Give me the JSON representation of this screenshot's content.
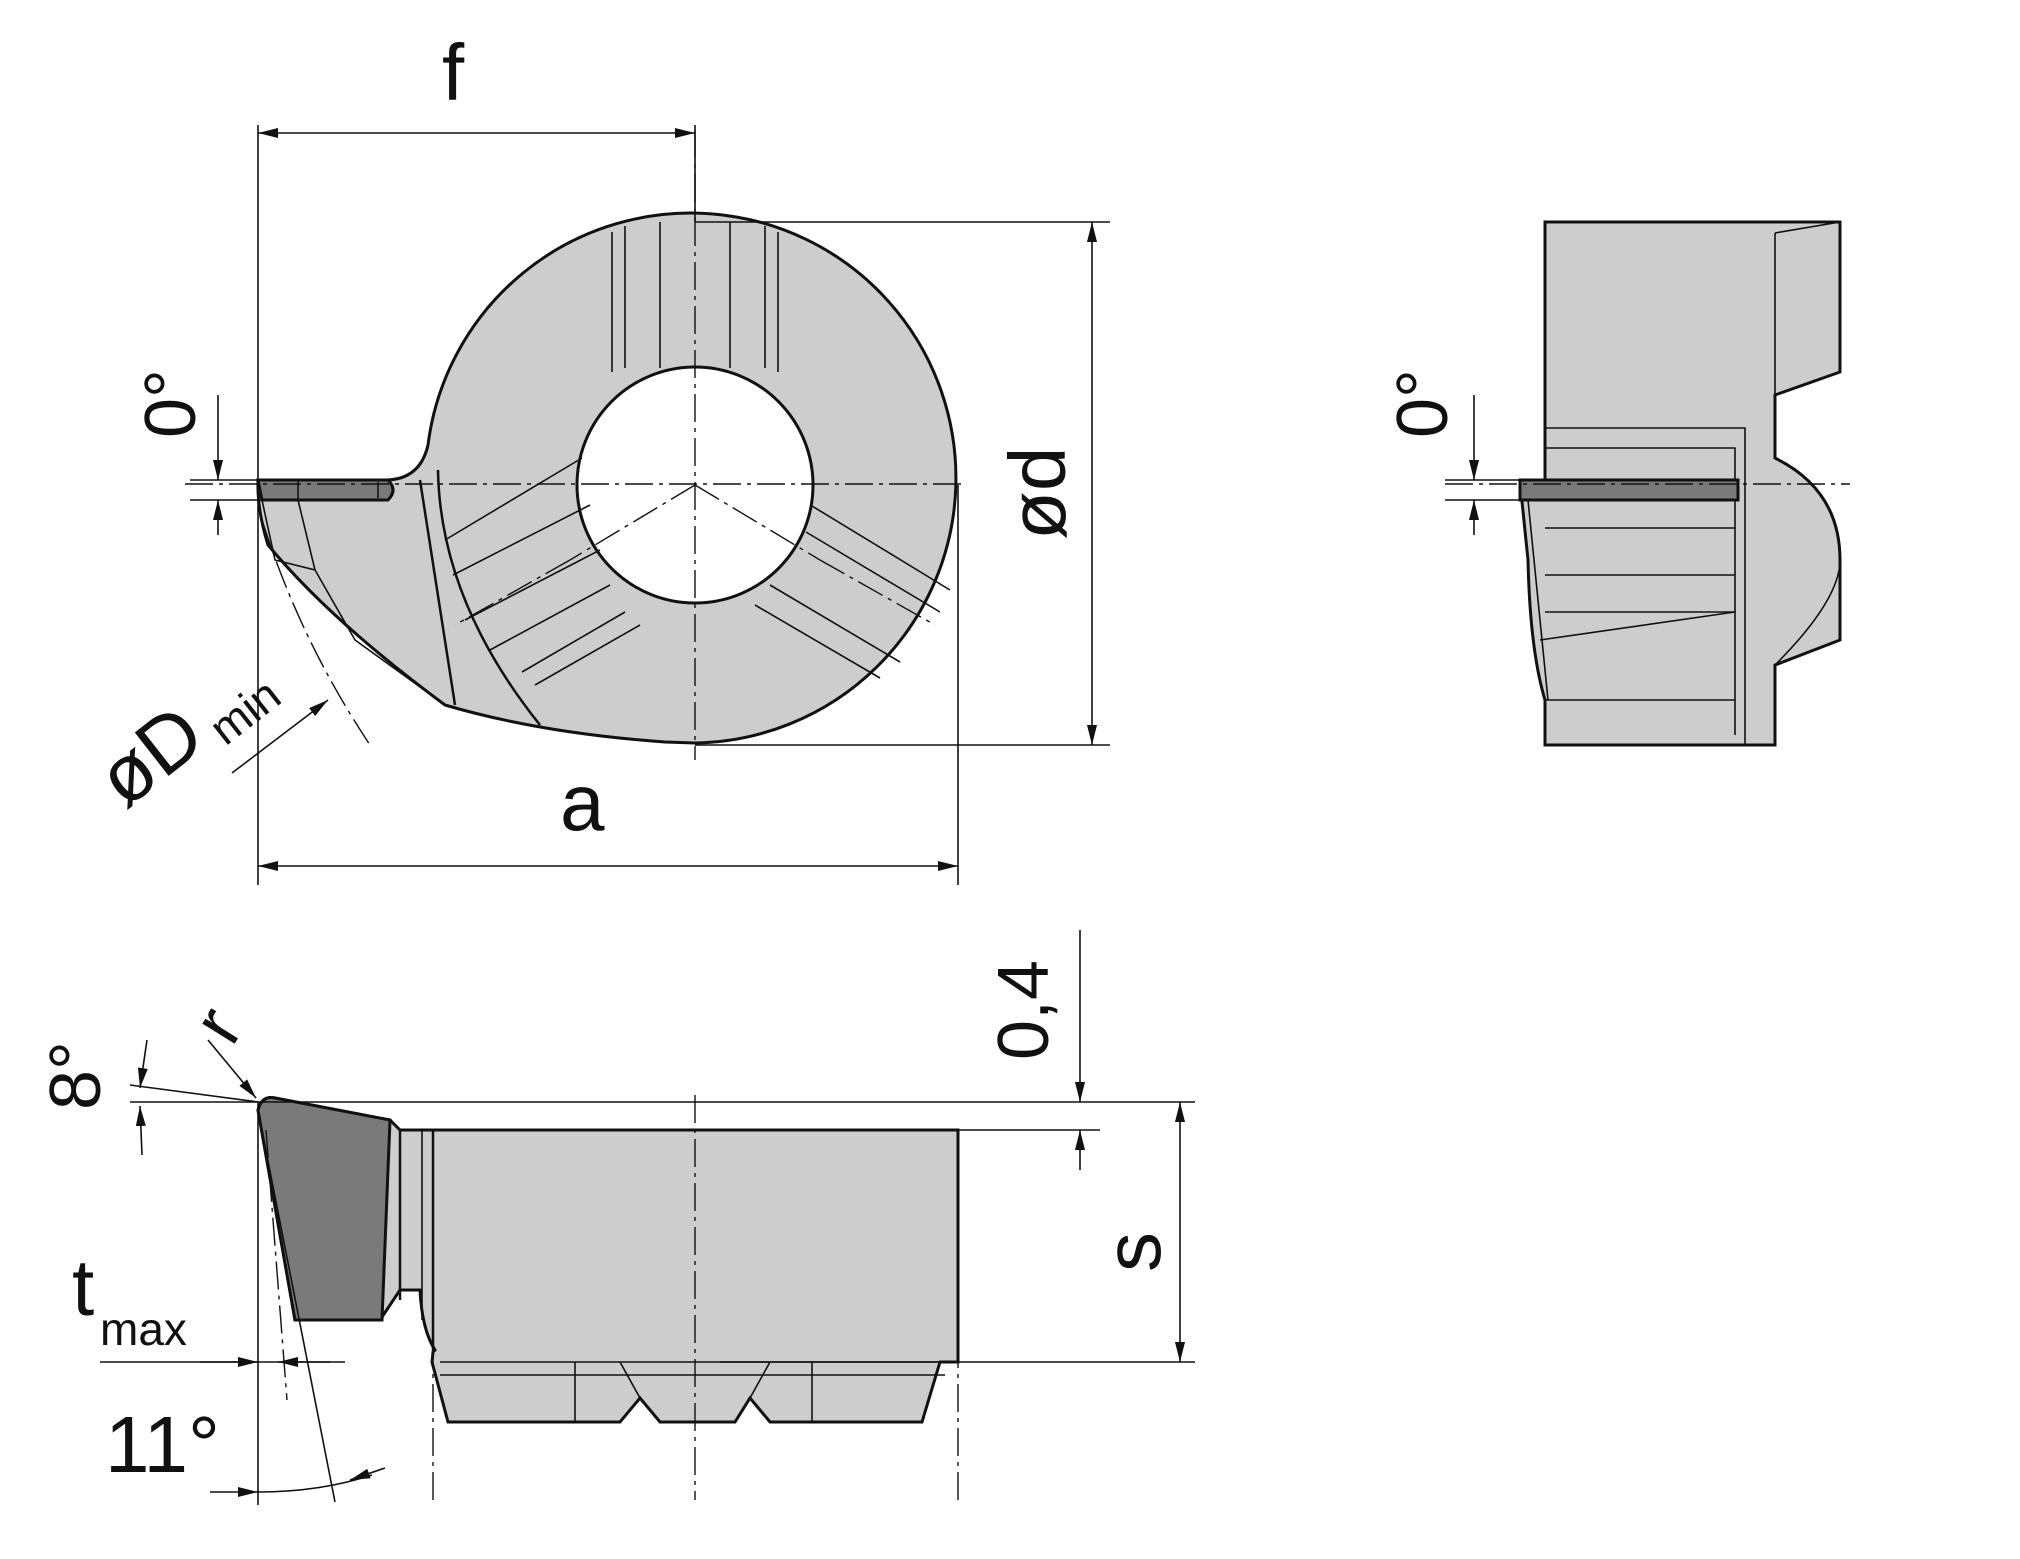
{
  "labels": {
    "f": "f",
    "a": "a",
    "od": "ød",
    "oD": "øD",
    "min": "min",
    "zero_deg_left": "0°",
    "zero_deg_right": "0°",
    "dim_04": "0,4",
    "s": "s",
    "eight_deg": "8°",
    "r": "r",
    "t": "t",
    "max": "max",
    "eleven_deg": "11°"
  },
  "colors": {
    "insert_body": "#cdcdcd",
    "cutting_edge": "#7a7a7a",
    "lines": "#111111"
  }
}
